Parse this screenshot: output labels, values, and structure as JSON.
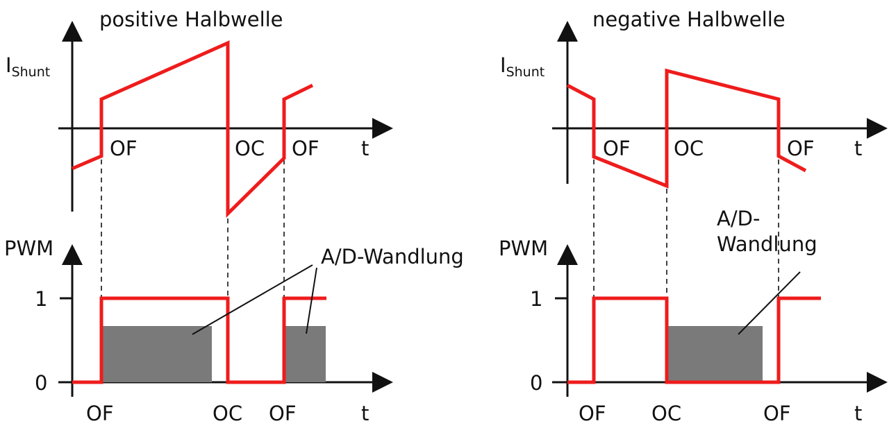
{
  "colors": {
    "signal": "#ee1c1c",
    "adc_fill": "#7a7a7a",
    "axis": "#111111"
  },
  "left": {
    "title": "positive Halbwelle",
    "current_axis": {
      "main": "I",
      "sub": "Shunt",
      "time": "t"
    },
    "current_phases": [
      "OF",
      "OC",
      "OF"
    ],
    "pwm_axis": {
      "label": "PWM",
      "tick_high": "1",
      "tick_low": "0",
      "time": "t"
    },
    "time_labels": [
      "OF",
      "OC",
      "OF"
    ],
    "adc_label": "A/D-Wandlung"
  },
  "right": {
    "title": "negative Halbwelle",
    "current_axis": {
      "main": "I",
      "sub": "Shunt",
      "time": "t"
    },
    "current_phases": [
      "OF",
      "OC",
      "OF"
    ],
    "pwm_axis": {
      "label": "PWM",
      "tick_high": "1",
      "tick_low": "0",
      "time": "t"
    },
    "time_labels": [
      "OF",
      "OC",
      "OF"
    ],
    "adc_label_line1": "A/D-",
    "adc_label_line2": "Wandlung"
  }
}
